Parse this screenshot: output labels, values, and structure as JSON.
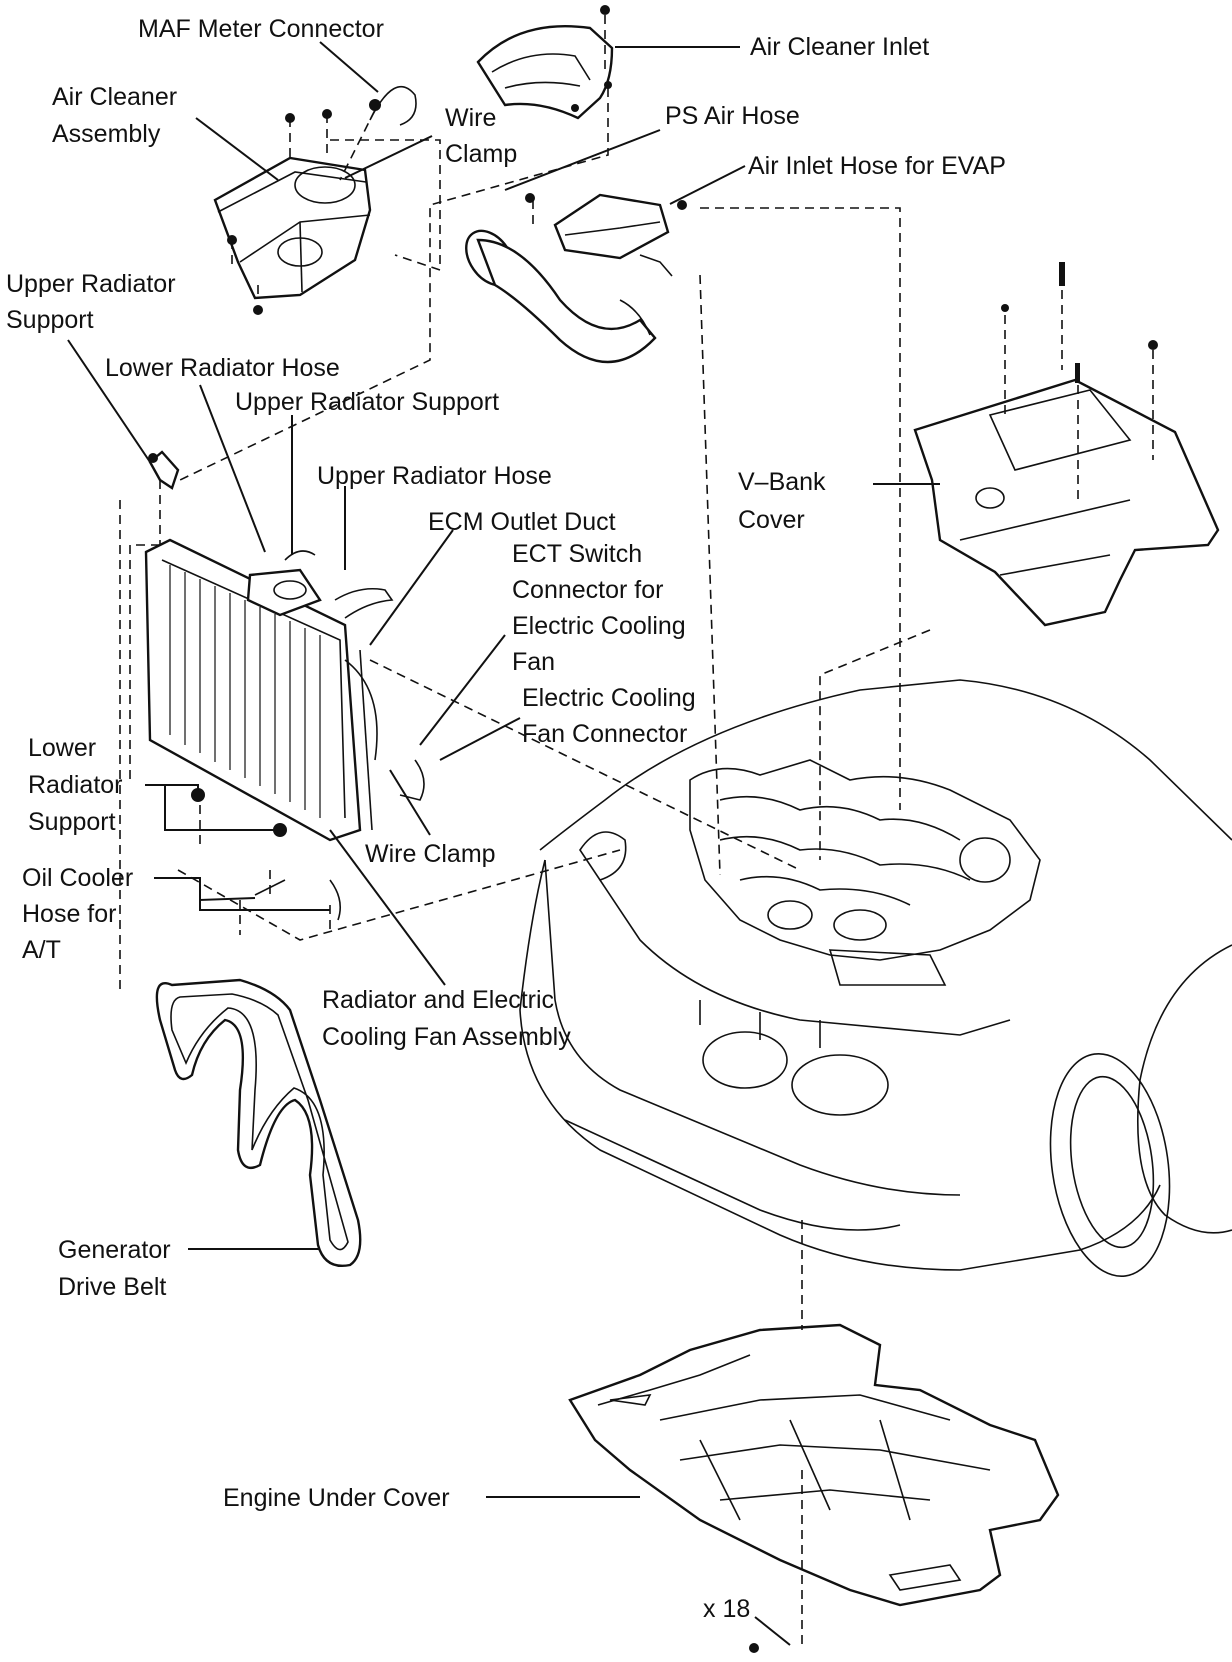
{
  "labels": {
    "maf_meter_connector": "MAF Meter Connector",
    "air_cleaner_assembly_1": "Air Cleaner",
    "air_cleaner_assembly_2": "Assembly",
    "wire_clamp_top_1": "Wire",
    "wire_clamp_top_2": "Clamp",
    "air_cleaner_inlet": "Air Cleaner Inlet",
    "ps_air_hose": "PS Air Hose",
    "air_inlet_hose_evap": "Air Inlet Hose for EVAP",
    "upper_radiator_support_left_1": "Upper Radiator",
    "upper_radiator_support_left_2": "Support",
    "lower_radiator_hose": "Lower Radiator Hose",
    "upper_radiator_support_mid": "Upper Radiator Support",
    "upper_radiator_hose": "Upper Radiator Hose",
    "ecm_outlet_duct": "ECM Outlet Duct",
    "ect_switch_1": "ECT Switch",
    "ect_switch_2": "Connector for",
    "ect_switch_3": "Electric Cooling",
    "ect_switch_4": "Fan",
    "electric_cooling_fan_connector_1": "Electric Cooling",
    "electric_cooling_fan_connector_2": "Fan Connector",
    "v_bank_cover_1": "V–Bank",
    "v_bank_cover_2": "Cover",
    "lower_radiator_support_1": "Lower",
    "lower_radiator_support_2": "Radiator",
    "lower_radiator_support_3": "Support",
    "wire_clamp_bottom": "Wire Clamp",
    "oil_cooler_hose_1": "Oil Cooler",
    "oil_cooler_hose_2": "Hose for",
    "oil_cooler_hose_3": "A/T",
    "radiator_fan_assembly_1": "Radiator and Electric",
    "radiator_fan_assembly_2": "Cooling Fan Assembly",
    "generator_drive_belt_1": "Generator",
    "generator_drive_belt_2": "Drive Belt",
    "engine_under_cover": "Engine Under Cover",
    "bolt_count": "x 18"
  }
}
